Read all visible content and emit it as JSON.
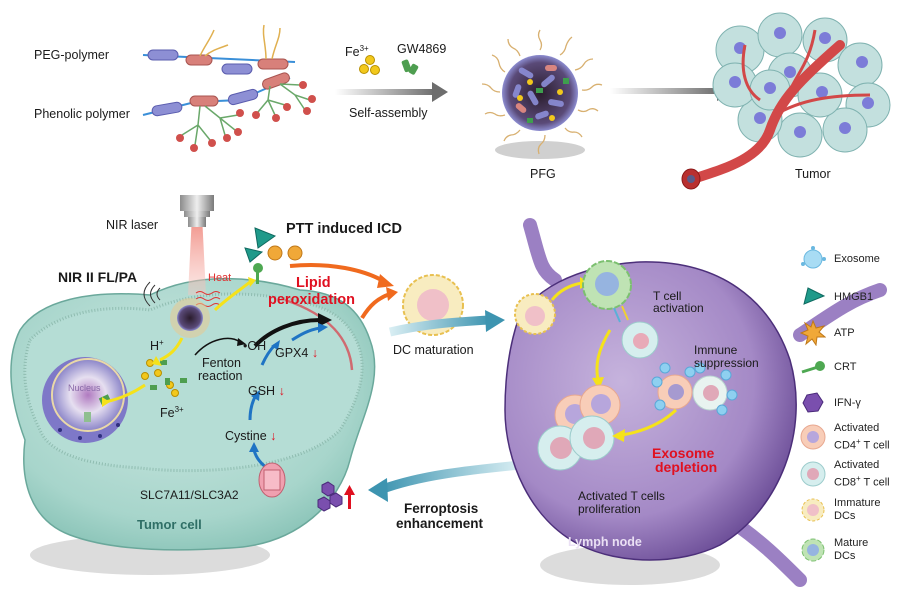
{
  "top_panel": {
    "peg_polymer_label": "PEG-polymer",
    "phenolic_polymer_label": "Phenolic polymer",
    "fe_label": "Fe",
    "fe_charge": "3+",
    "gw_label": "GW4869",
    "self_assembly_label": "Self-assembly",
    "pfg_label": "PFG",
    "tumor_label": "Tumor"
  },
  "tumor_cell_panel": {
    "nir_laser_label": "NIR laser",
    "nir_fl_pa_label": "NIR II FL/PA",
    "heat_label": "Heat",
    "ptt_icd_label": "PTT induced ICD",
    "lipid_peroxidation_label_1": "Lipid",
    "lipid_peroxidation_label_2": "peroxidation",
    "h_plus_label": "H",
    "h_charge": "+",
    "oh_label": "•OH",
    "fenton_label_1": "Fenton",
    "fenton_label_2": "reaction",
    "gpx4_label": "GPX4",
    "gsh_label": "GSH",
    "cystine_label": "Cystine",
    "fe_label": "Fe",
    "fe_charge": "3+",
    "nucleus_label": "Nucleus",
    "transporter_label": "SLC7A11/SLC3A2",
    "tumor_cell_label": "Tumor cell",
    "down_arrow": "↓",
    "up_arrow": "↑"
  },
  "middle": {
    "dc_maturation_label": "DC maturation",
    "ferroptosis_label_1": "Ferroptosis",
    "ferroptosis_label_2": "enhancement"
  },
  "lymph_node_panel": {
    "t_cell_activation_1": "T cell",
    "t_cell_activation_2": "activation",
    "immune_suppression_1": "Immune",
    "immune_suppression_2": "suppression",
    "exosome_depletion_1": "Exosome",
    "exosome_depletion_2": "depletion",
    "proliferation_1": "Activated T cells",
    "proliferation_2": "proliferation",
    "lymph_node_label": "Lymph node"
  },
  "legend": {
    "items": [
      {
        "icon": "exosome-icon",
        "label": "Exosome"
      },
      {
        "icon": "hmgb1-icon",
        "label": "HMGB1"
      },
      {
        "icon": "atp-icon",
        "label": "ATP"
      },
      {
        "icon": "crt-icon",
        "label": "CRT"
      },
      {
        "icon": "ifn-gamma-icon",
        "label": "IFN-γ"
      },
      {
        "icon": "cd4-t-cell-icon",
        "label_1": "Activated",
        "label_2": "CD4",
        "label_sup": "+",
        "label_3": " T cell"
      },
      {
        "icon": "cd8-t-cell-icon",
        "label_1": "Activated",
        "label_2": "CD8",
        "label_sup": "+",
        "label_3": " T cell"
      },
      {
        "icon": "immature-dc-icon",
        "label_1": "Immature",
        "label_2": "DCs"
      },
      {
        "icon": "mature-dc-icon",
        "label_1": "Mature",
        "label_2": "DCs"
      }
    ]
  },
  "colors": {
    "tumor_cell": "#8cc7bb",
    "lymph_node": "#6b4a9a",
    "red_text": "#e01020",
    "arrow_teal": "#4a9bb5",
    "arrow_orange": "#f06a1e",
    "arrow_yellow": "#f5e21a",
    "arrow_blue": "#1f74c4"
  }
}
